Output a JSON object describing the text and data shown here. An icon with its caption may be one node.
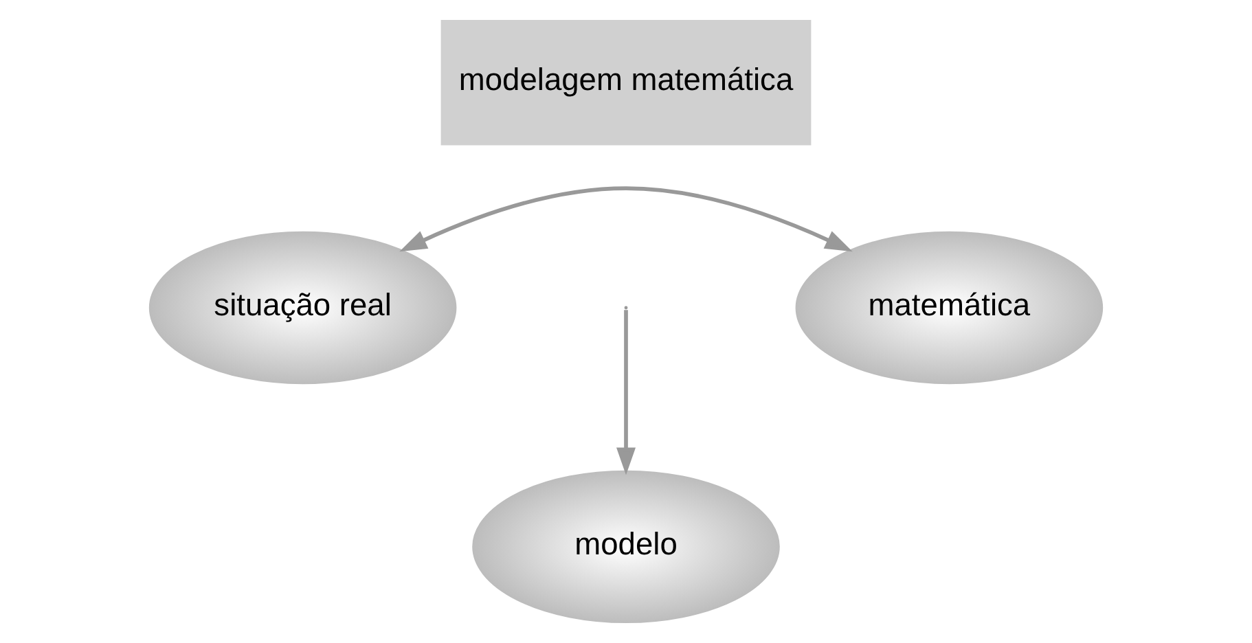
{
  "diagram": {
    "nodes": [
      {
        "text": [
          "modelagem matemática"
        ]
      },
      {
        "text": [
          "situação real"
        ]
      },
      {
        "text": [
          "matemática"
        ]
      },
      {
        "text": [
          "modelo"
        ]
      }
    ],
    "edges": [
      {
        "from": 1,
        "to": 2,
        "arrow": "both"
      },
      {
        "from": null,
        "to": 3,
        "arrow": "to"
      }
    ]
  }
}
